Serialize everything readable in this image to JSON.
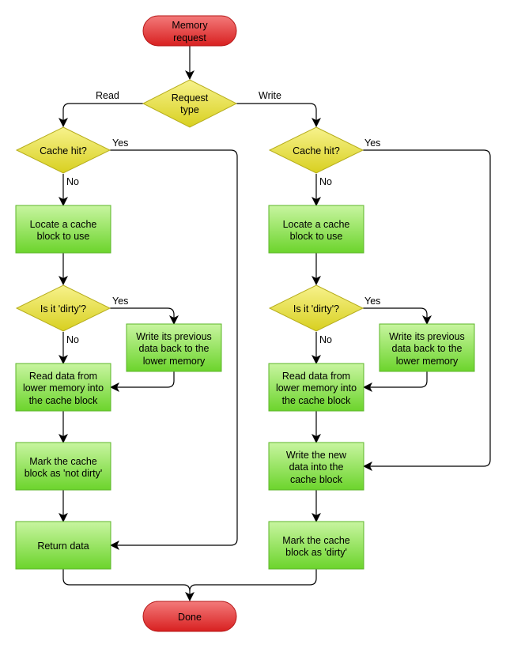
{
  "start": [
    "Memory",
    "request"
  ],
  "request_type": [
    "Request",
    "type"
  ],
  "branch_read": "Read",
  "branch_write": "Write",
  "left": {
    "cache_hit": "Cache hit?",
    "yes1": "Yes",
    "no1": "No",
    "locate": [
      "Locate a cache",
      "block to use"
    ],
    "dirty": "Is it 'dirty'?",
    "yes2": "Yes",
    "no2": "No",
    "writeback": [
      "Write its previous",
      "data back to the",
      "lower memory"
    ],
    "read_data": [
      "Read data from",
      "lower memory into",
      "the cache block"
    ],
    "mark": [
      "Mark the cache",
      "block as 'not dirty'"
    ],
    "return": "Return data"
  },
  "right": {
    "cache_hit": "Cache hit?",
    "yes1": "Yes",
    "no1": "No",
    "locate": [
      "Locate a cache",
      "block to use"
    ],
    "dirty": "Is it 'dirty'?",
    "yes2": "Yes",
    "no2": "No",
    "writeback": [
      "Write its previous",
      "data back to the",
      "lower memory"
    ],
    "read_data": [
      "Read data from",
      "lower memory into",
      "the cache block"
    ],
    "write_new": [
      "Write the new",
      "data into the",
      "cache block"
    ],
    "mark": [
      "Mark the cache",
      "block as 'dirty'"
    ]
  },
  "end": "Done",
  "colors": {
    "terminal_top": "#f37a7a",
    "terminal_bottom": "#d82020",
    "terminal_stroke": "#b51818",
    "decision_top": "#f7f28c",
    "decision_bottom": "#d8d020",
    "decision_stroke": "#b6ad1c",
    "process_top": "#c8f5a0",
    "process_bottom": "#6cd42c",
    "process_stroke": "#5cb52a"
  }
}
